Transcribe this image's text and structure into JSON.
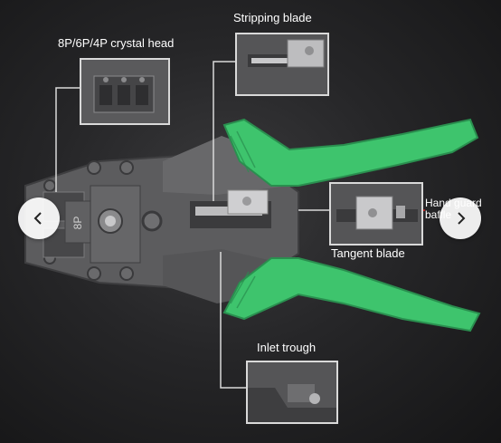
{
  "labels": {
    "crystal_head": "8P/6P/4P crystal head",
    "stripping_blade": "Stripping blade",
    "hand_guard_baffle": "Hand guard baffle",
    "tangent_blade": "Tangent blade",
    "inlet_trough": "Inlet trough"
  },
  "die_marking": "8P",
  "colors": {
    "handle_green": "#3ec46d",
    "body_grey": "#5c5c5e",
    "callout_line": "#d9d9d9",
    "arrow_red": "#d42020"
  },
  "icons": {
    "prev": "chevron-left-icon",
    "next": "chevron-right-icon"
  }
}
